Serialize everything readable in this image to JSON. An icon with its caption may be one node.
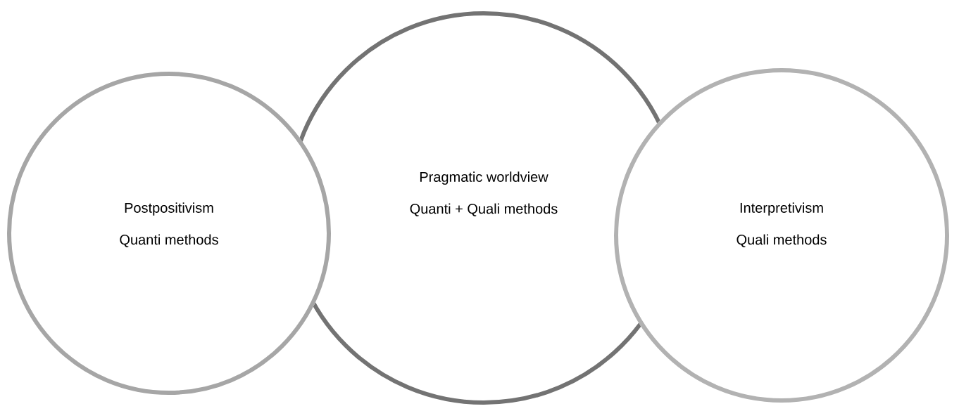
{
  "diagram": {
    "nodes": [
      {
        "text": [
          "Postpositivism",
          "Quanti methods"
        ]
      },
      {
        "text": [
          "Pragmatic worldview",
          "Quanti + Quali methods"
        ]
      },
      {
        "text": [
          "Interpretivism",
          "Quali methods"
        ]
      }
    ]
  }
}
